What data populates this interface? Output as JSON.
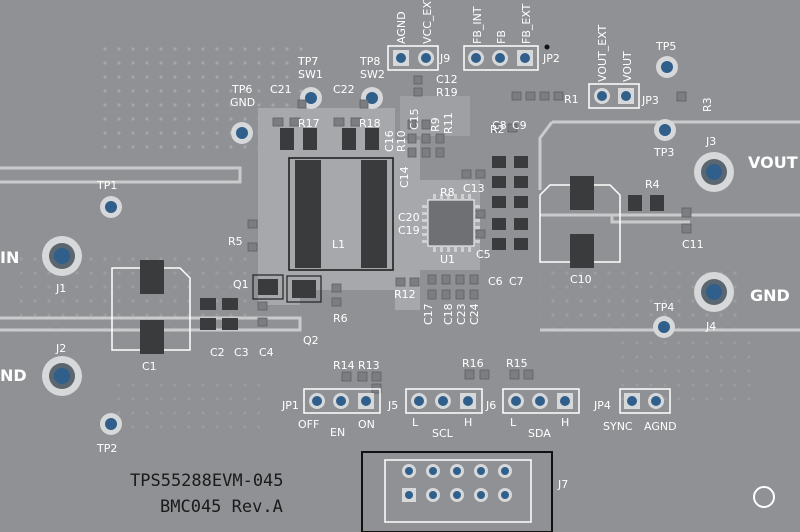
{
  "board": {
    "title": "TPS55288EVM-045",
    "revision": "BMC045 Rev.A"
  },
  "terminals": {
    "vin": {
      "label": "IN",
      "ref": "J1"
    },
    "gnd_left": {
      "label": "ND",
      "ref": "J2"
    },
    "vout": {
      "label": "VOUT",
      "ref": "J3"
    },
    "gnd_right": {
      "label": "GND",
      "ref": "J4"
    }
  },
  "testpoints": {
    "tp1": "TP1",
    "tp2": "TP2",
    "tp3": "TP3",
    "tp4": "TP4",
    "tp5": "TP5",
    "tp6_ref": "TP6",
    "tp6_label": "GND",
    "tp7_ref": "TP7",
    "tp7_label": "SW1",
    "tp8_ref": "TP8",
    "tp8_label": "SW2"
  },
  "headers": {
    "j9": {
      "ref": "J9",
      "pin1": "AGND",
      "pin2": "VCC_EXT"
    },
    "jp2": {
      "ref": "JP2",
      "pin1": "FB_INT",
      "pin2": "FB",
      "pin3": "FB_EXT"
    },
    "jp3": {
      "ref": "JP3",
      "pin1": "VOUT_EXT",
      "pin2": "VOUT"
    },
    "jp1": {
      "ref": "JP1",
      "left": "OFF",
      "mid": "EN",
      "right": "ON"
    },
    "j5": {
      "ref": "J5",
      "left": "L",
      "mid": "SCL",
      "right": "H"
    },
    "j6": {
      "ref": "J6",
      "left": "L",
      "mid": "SDA",
      "right": "H"
    },
    "jp4": {
      "ref": "JP4",
      "left": "SYNC",
      "right": "AGND"
    },
    "j7": {
      "ref": "J7"
    }
  },
  "components": {
    "C1": "C1",
    "C2": "C2",
    "C3": "C3",
    "C4": "C4",
    "C5": "C5",
    "C6": "C6",
    "C7": "C7",
    "C8": "C8",
    "C9": "C9",
    "C10": "C10",
    "C11": "C11",
    "C12": "C12",
    "C13": "C13",
    "C14": "C14",
    "C15": "C15",
    "C16": "C16",
    "C17": "C17",
    "C18": "C18",
    "C19": "C19",
    "C20": "C20",
    "C21": "C21",
    "C22": "C22",
    "C23": "C23",
    "C24": "C24",
    "R1": "R1",
    "R2": "R2",
    "R3": "R3",
    "R4": "R4",
    "R5": "R5",
    "R6": "R6",
    "R8": "R8",
    "R9": "R9",
    "R10": "R10",
    "R11": "R11",
    "R12": "R12",
    "R13": "R13",
    "R14": "R14",
    "R15": "R15",
    "R16": "R16",
    "R17": "R17",
    "R18": "R18",
    "R19": "R19",
    "Q1": "Q1",
    "Q2": "Q2",
    "L1": "L1",
    "U1": "U1"
  },
  "colors": {
    "board": "#8f9194",
    "copper": "#cfd0d2",
    "silkscreen": "#ffffff",
    "pad_blue": "#2f5f8a"
  }
}
